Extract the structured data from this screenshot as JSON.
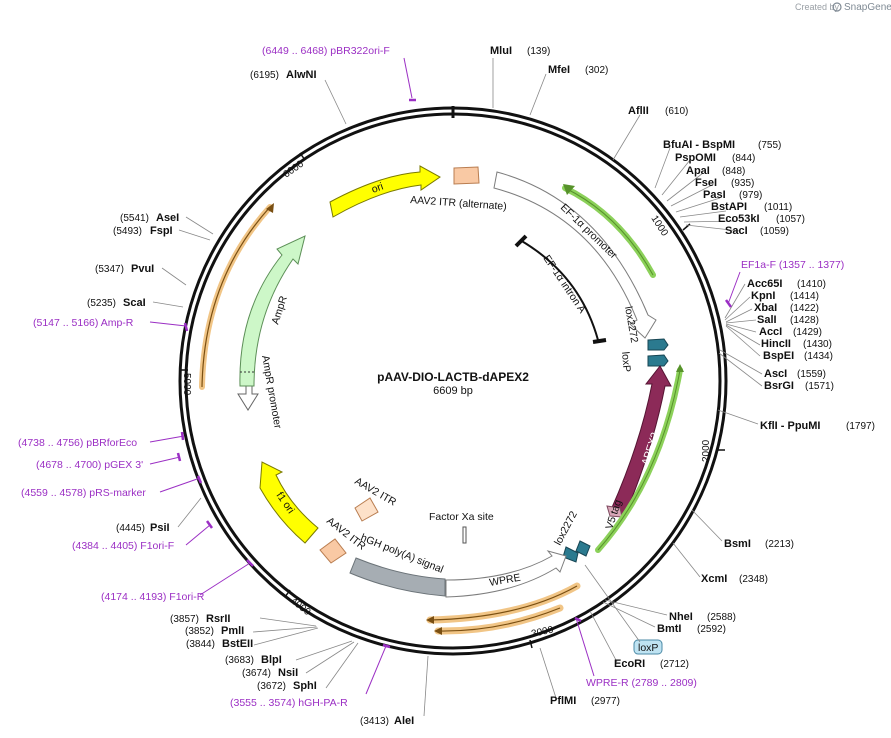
{
  "header": {
    "created_by": "Created by",
    "brand": "SnapGene"
  },
  "plasmid": {
    "name": "pAAV-DIO-LACTB-dAPEX2",
    "length": "6609 bp"
  },
  "ticks": [
    {
      "label": "1000",
      "angle": 57
    },
    {
      "label": "2000",
      "angle": 111
    },
    {
      "label": "3000",
      "angle": 163
    },
    {
      "label": "4000",
      "angle": 218
    },
    {
      "label": "5000",
      "angle": 272
    },
    {
      "label": "6000",
      "angle": 327
    }
  ],
  "sites": [
    {
      "name": "MluI",
      "pos": "(139)",
      "label": "MluI (139)"
    },
    {
      "name": "MfeI",
      "pos": "(302)",
      "label": "MfeI (302)"
    },
    {
      "name": "AflII",
      "pos": "(610)",
      "label": "AflII (610)"
    },
    {
      "name": "BfuAI - BspMI",
      "pos": "(755)",
      "label": "BfuAI - BspMI (755)"
    },
    {
      "name": "PspOMI",
      "pos": "(844)",
      "label": "PspOMI (844)"
    },
    {
      "name": "ApaI",
      "pos": "(848)",
      "label": "ApaI (848)"
    },
    {
      "name": "FseI",
      "pos": "(935)",
      "label": "FseI (935)"
    },
    {
      "name": "PasI",
      "pos": "(979)",
      "label": "PasI (979)"
    },
    {
      "name": "BstAPI",
      "pos": "(1011)",
      "label": "BstAPI (1011)"
    },
    {
      "name": "Eco53kI",
      "pos": "(1057)",
      "label": "Eco53kI (1057)"
    },
    {
      "name": "SacI",
      "pos": "(1059)",
      "label": "SacI (1059)"
    },
    {
      "name": "Acc65I",
      "pos": "(1410)",
      "label": "Acc65I (1410)"
    },
    {
      "name": "KpnI",
      "pos": "(1414)",
      "label": "KpnI (1414)"
    },
    {
      "name": "XbaI",
      "pos": "(1422)",
      "label": "XbaI (1422)"
    },
    {
      "name": "SalI",
      "pos": "(1428)",
      "label": "SalI (1428)"
    },
    {
      "name": "AccI",
      "pos": "(1429)",
      "label": "AccI (1429)"
    },
    {
      "name": "HincII",
      "pos": "(1430)",
      "label": "HincII (1430)"
    },
    {
      "name": "BspEI",
      "pos": "(1434)",
      "label": "BspEI (1434)"
    },
    {
      "name": "AscI",
      "pos": "(1559)",
      "label": "AscI (1559)"
    },
    {
      "name": "BsrGI",
      "pos": "(1571)",
      "label": "BsrGI (1571)"
    },
    {
      "name": "KflI - PpuMI",
      "pos": "(1797)",
      "label": "KflI - PpuMI (1797)"
    },
    {
      "name": "BsmI",
      "pos": "(2213)",
      "label": "BsmI (2213)"
    },
    {
      "name": "XcmI",
      "pos": "(2348)",
      "label": "XcmI (2348)"
    },
    {
      "name": "NheI",
      "pos": "(2588)",
      "label": "NheI (2588)"
    },
    {
      "name": "BmtI",
      "pos": "(2592)",
      "label": "BmtI (2592)"
    },
    {
      "name": "EcoRI",
      "pos": "(2712)",
      "label": "EcoRI (2712)"
    },
    {
      "name": "PflMI",
      "pos": "(2977)",
      "label": "PflMI (2977)"
    },
    {
      "name": "AleI",
      "pos": "(3413)",
      "label": "(3413) AleI"
    },
    {
      "name": "SphI",
      "pos": "(3672)",
      "label": "(3672) SphI"
    },
    {
      "name": "NsiI",
      "pos": "(3674)",
      "label": "(3674) NsiI"
    },
    {
      "name": "BlpI",
      "pos": "(3683)",
      "label": "(3683) BlpI"
    },
    {
      "name": "BstEII",
      "pos": "(3844)",
      "label": "(3844) BstEII"
    },
    {
      "name": "PmlI",
      "pos": "(3852)",
      "label": "(3852) PmlI"
    },
    {
      "name": "RsrII",
      "pos": "(3857)",
      "label": "(3857) RsrII"
    },
    {
      "name": "PsiI",
      "pos": "(4445)",
      "label": "(4445) PsiI"
    },
    {
      "name": "ScaI",
      "pos": "(5235)",
      "label": "(5235) ScaI"
    },
    {
      "name": "PvuI",
      "pos": "(5347)",
      "label": "(5347) PvuI"
    },
    {
      "name": "FspI",
      "pos": "(5493)",
      "label": "(5493) FspI"
    },
    {
      "name": "AseI",
      "pos": "(5541)",
      "label": "(5541) AseI"
    },
    {
      "name": "AlwNI",
      "pos": "(6195)",
      "label": "(6195) AlwNI"
    }
  ],
  "primers": [
    {
      "label": "(6449 .. 6468)  pBR322ori-F"
    },
    {
      "label": "EF1a-F   (1357 .. 1377)"
    },
    {
      "label": "(5147 .. 5166)  Amp-R"
    },
    {
      "label": "(4738 .. 4756)  pBRforEco"
    },
    {
      "label": "(4678 .. 4700)  pGEX 3'"
    },
    {
      "label": "(4559 .. 4578)  pRS-marker"
    },
    {
      "label": "(4384 .. 4405)  F1ori-F"
    },
    {
      "label": "(4174 .. 4193)  F1ori-R"
    },
    {
      "label": "(3555 .. 3574)  hGH-PA-R"
    },
    {
      "label": "WPRE-R   (2789 .. 2809)"
    }
  ],
  "features": {
    "itr_alternate": "AAV2 ITR (alternate)",
    "ori": "ori",
    "ef1a_promoter": "EF-1α promoter",
    "ef1a_intron": "EF-1α intron A",
    "lox2272_top": "lox2272",
    "loxp_top": "loxP",
    "apex2": "APEX2",
    "v5_tag": "V5 tag",
    "lox2272_bottom": "lox2272",
    "loxp_box": "loxP",
    "wpre": "WPRE",
    "factor_xa": "Factor Xa site",
    "hgh_polya": "hGH poly(A) signal",
    "aav2_itr_inner": "AAV2 ITR",
    "aav2_itr_outer": "AAV2 ITR",
    "f1_ori": "f1 ori",
    "ampr_promoter": "AmpR promoter",
    "ampr": "AmpR"
  },
  "colors": {
    "backbone": "#111111",
    "ori": "#ffff00",
    "itr": "#f9c9a4",
    "apex2": "#8c2a58",
    "ampr": "#cdf7c8",
    "polya": "#a6adb3",
    "loxp": "#2b7a8f",
    "primer": "#9b2fc4",
    "green_outline": "#8cd15a",
    "orange_outline": "#f1c586"
  }
}
